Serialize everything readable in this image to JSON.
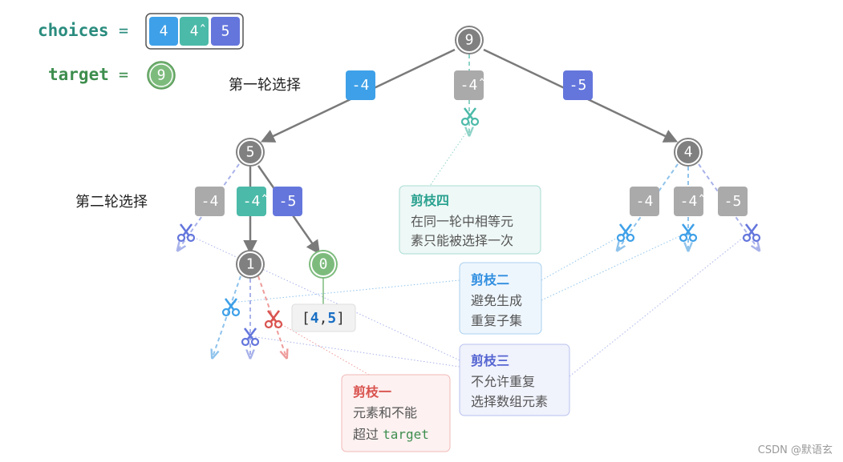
{
  "header": {
    "choices_label": "choices",
    "target_label": "target",
    "equals": "=",
    "choices": [
      "4",
      "4̂",
      "5"
    ],
    "target_value": "9"
  },
  "round_labels": {
    "first": "第一轮选择",
    "second": "第二轮选择"
  },
  "tree": {
    "root": "9",
    "round1": [
      "-4",
      "-4̂",
      "-5"
    ],
    "left_node": "5",
    "right_node": "4",
    "left_round2": [
      "-4",
      "-4̂",
      "-5"
    ],
    "right_round2": [
      "-4",
      "-4̂",
      "-5"
    ],
    "leaf_one": "1",
    "leaf_zero": "0"
  },
  "result": {
    "open": "[",
    "a": "4",
    "comma": ",",
    "b": "5",
    "close": "]"
  },
  "prune_boxes": {
    "four": {
      "title": "剪枝四",
      "lines": [
        "在同一轮中相等元",
        "素只能被选择一次"
      ]
    },
    "two": {
      "title": "剪枝二",
      "lines": [
        "避免生成",
        "重复子集"
      ]
    },
    "three": {
      "title": "剪枝三",
      "lines": [
        "不允许重复",
        "选择数组元素"
      ]
    },
    "one": {
      "title": "剪枝一",
      "lines": [
        "元素和不能",
        "超过 "
      ],
      "code": "target"
    }
  },
  "watermark": "CSDN @默语玄",
  "colors": {
    "teal": "#2a8c7e",
    "green": "#3e8e4e",
    "blue": "#3ea0e8",
    "teal_chip": "#4cbaa9",
    "indigo": "#6476dc",
    "gray_node": "#808080",
    "gray_chip": "#aaaaaa",
    "green_node": "#7dbb7d",
    "red": "#d9534f"
  }
}
